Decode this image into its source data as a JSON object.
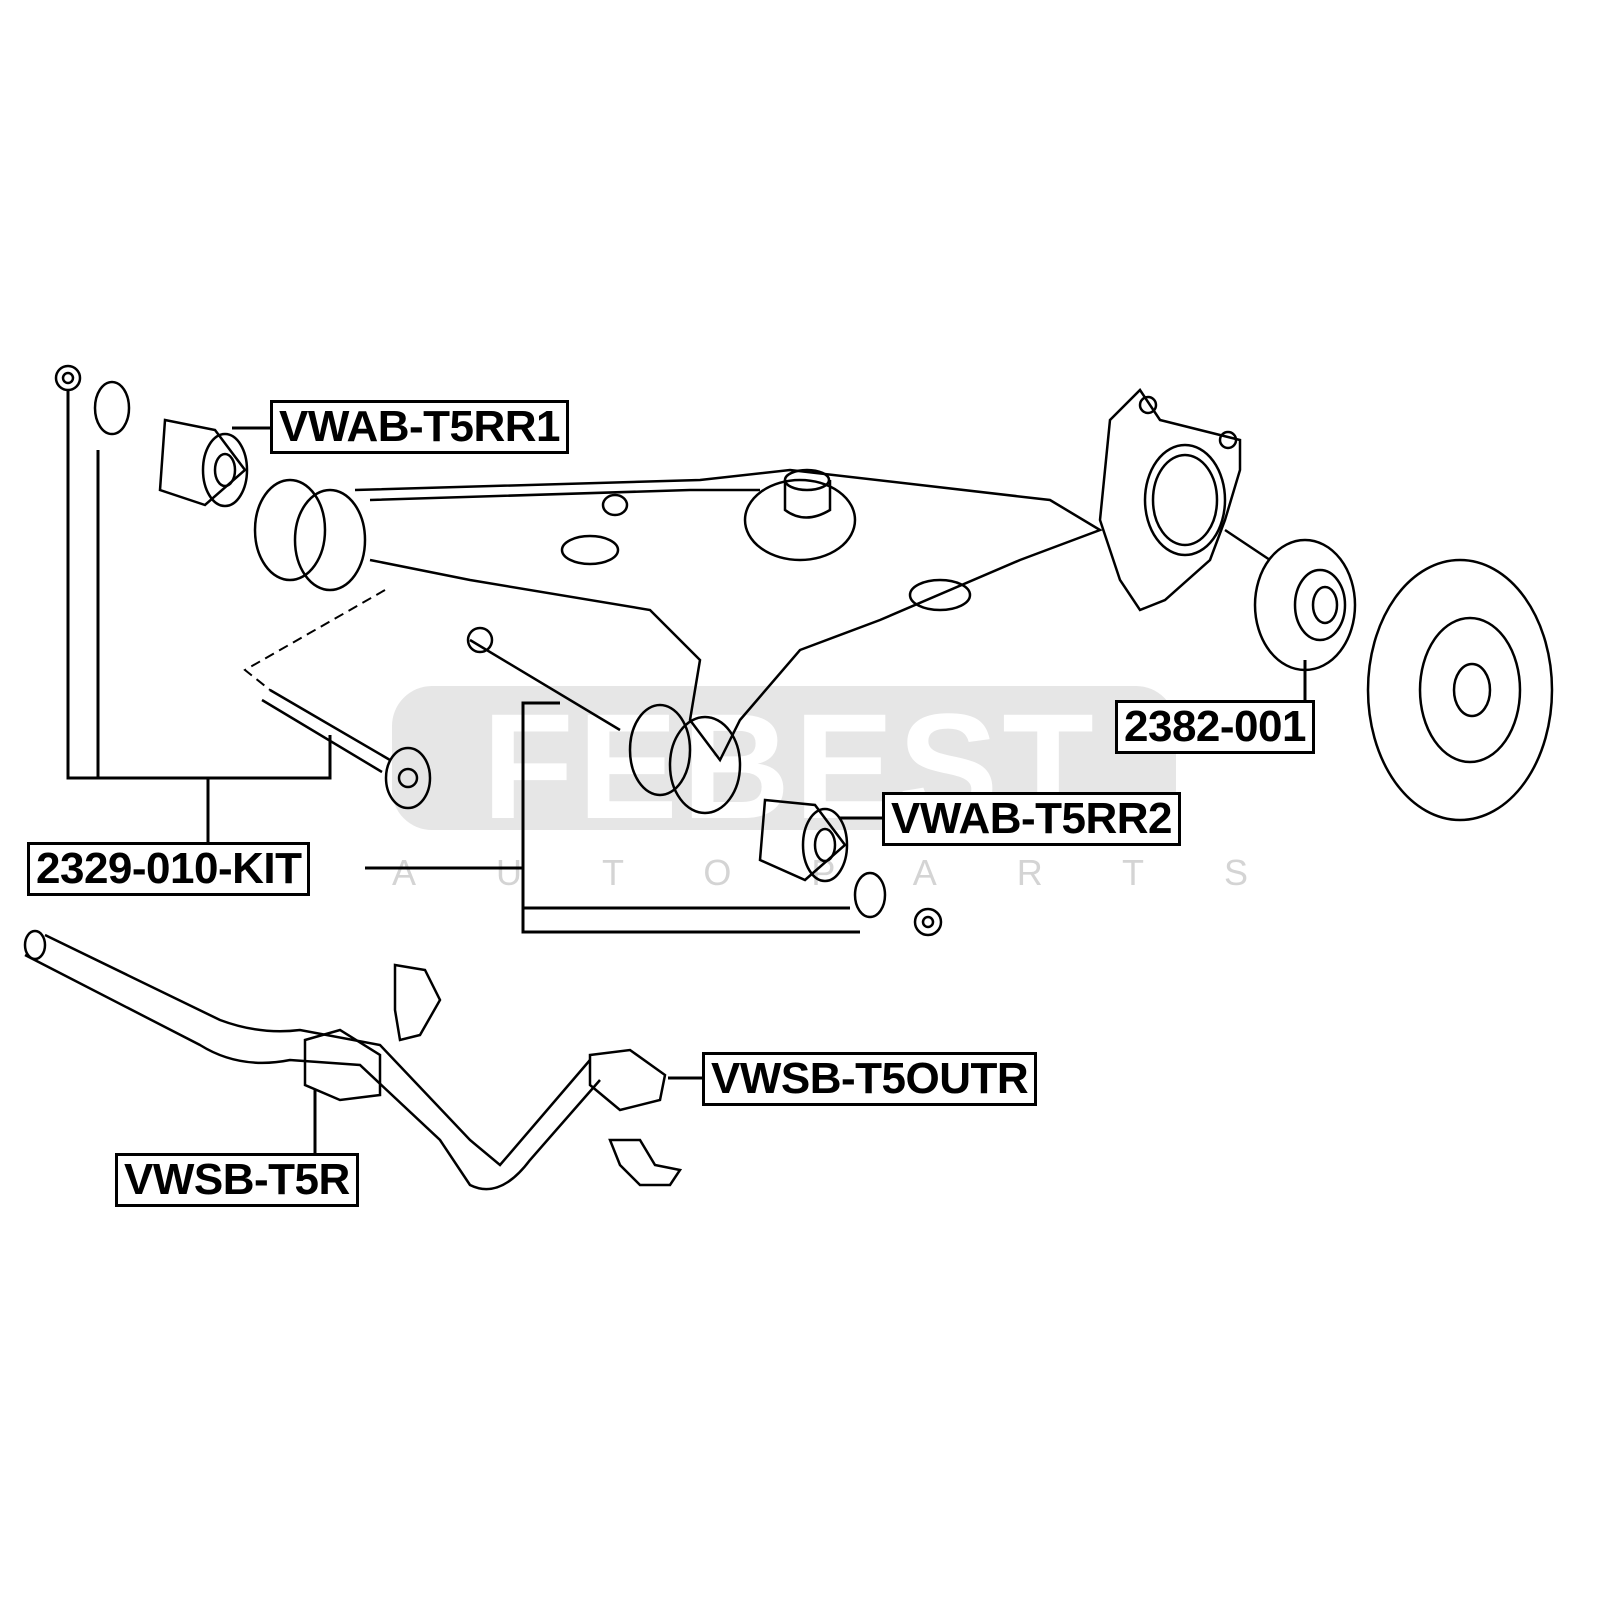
{
  "watermark": {
    "brand": "FEBEST",
    "tagline": "AUTOPARTS"
  },
  "labels": {
    "bushing_rear_1": "VWAB-T5RR1",
    "hub": "2382-001",
    "bushing_rear_2": "VWAB-T5RR2",
    "bolt_kit": "2329-010-KIT",
    "stabilizer_outer": "VWSB-T5OUTR",
    "stabilizer_inner": "VWSB-T5R"
  }
}
